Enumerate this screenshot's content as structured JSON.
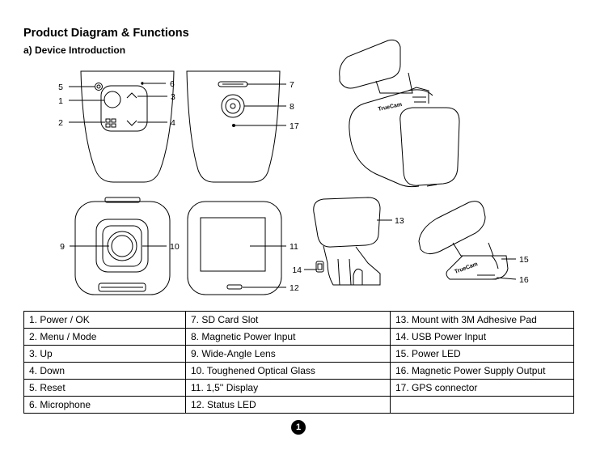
{
  "page": {
    "title": "Product Diagram & Functions",
    "section": "a) Device Introduction",
    "page_number": "1"
  },
  "diagram": {
    "brand_text": "TrueCam",
    "callouts": [
      "1",
      "2",
      "3",
      "4",
      "5",
      "6",
      "7",
      "8",
      "9",
      "10",
      "11",
      "12",
      "13",
      "14",
      "15",
      "16",
      "17"
    ]
  },
  "functions_table": [
    [
      "1. Power / OK",
      "7. SD Card Slot",
      "13. Mount with 3M Adhesive Pad"
    ],
    [
      "2. Menu / Mode",
      "8. Magnetic Power Input",
      "14. USB Power Input"
    ],
    [
      "3. Up",
      "9. Wide-Angle Lens",
      "15. Power LED"
    ],
    [
      "4. Down",
      "10. Toughened Optical Glass",
      "16. Magnetic Power Supply Output"
    ],
    [
      "5. Reset",
      "11. 1,5'' Display",
      "17. GPS connector"
    ],
    [
      "6. Microphone",
      "12. Status LED",
      ""
    ]
  ]
}
